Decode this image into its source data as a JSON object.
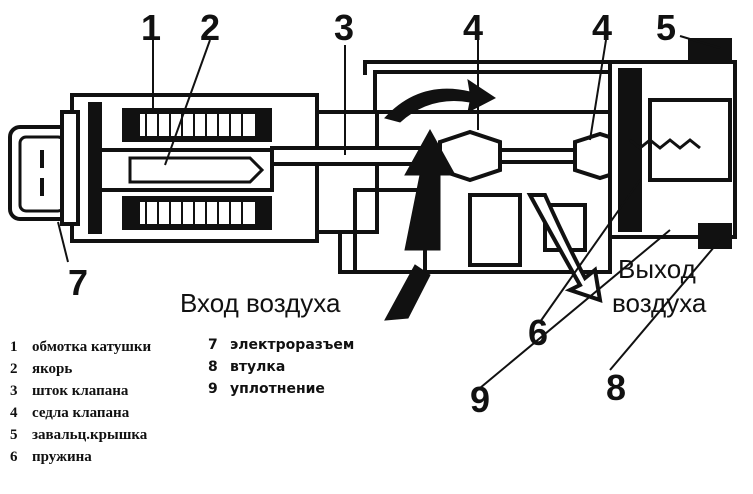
{
  "callouts": {
    "c1": "1",
    "c2": "2",
    "c3": "3",
    "c4a": "4",
    "c4b": "4",
    "c5": "5",
    "c6": "6",
    "c7": "7",
    "c8": "8",
    "c9": "9"
  },
  "labels": {
    "air_in": "Вход воздуха",
    "air_out_1": "Выход",
    "air_out_2": "воздуха"
  },
  "legend_left": [
    {
      "n": "1",
      "text": "обмотка катушки"
    },
    {
      "n": "2",
      "text": "якорь"
    },
    {
      "n": "3",
      "text": "шток клапана"
    },
    {
      "n": "4",
      "text": "седла клапана"
    },
    {
      "n": "5",
      "text": "завальц.крышка"
    },
    {
      "n": "6",
      "text": "пружина"
    }
  ],
  "legend_right": [
    {
      "n": "7",
      "text": "электроразъем"
    },
    {
      "n": "8",
      "text": "втулка"
    },
    {
      "n": "9",
      "text": "уплотнение"
    }
  ]
}
